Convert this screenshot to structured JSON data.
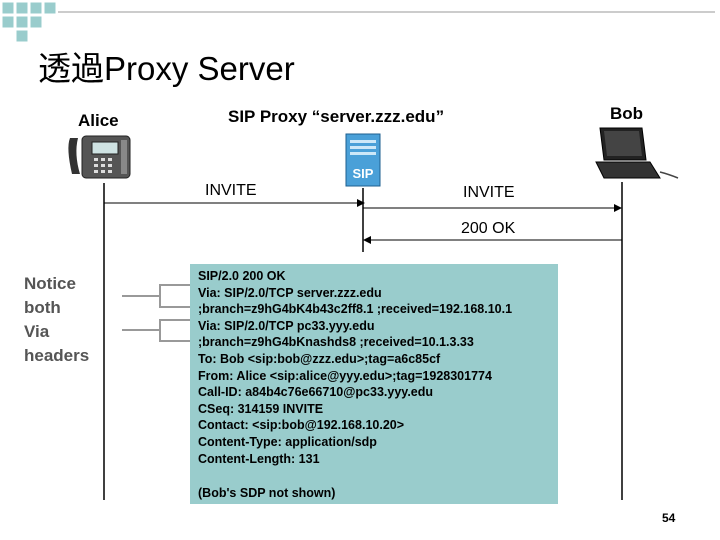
{
  "title": "透過Proxy Server",
  "actors": {
    "alice": "Alice",
    "proxy": "SIP Proxy “server.zzz.edu”",
    "bob": "Bob"
  },
  "messages": {
    "invite_1": "INVITE",
    "invite_2": "INVITE",
    "ok_200": "200 OK"
  },
  "notice": [
    "Notice",
    "both",
    "Via",
    "headers"
  ],
  "sip_message": {
    "lines": [
      "SIP/2.0 200 OK",
      "Via: SIP/2.0/TCP server.zzz.edu",
      " ;branch=z9hG4bK4b43c2ff8.1 ;received=192.168.10.1",
      "Via: SIP/2.0/TCP pc33.yyy.edu",
      " ;branch=z9hG4bKnashds8 ;received=10.1.3.33",
      "To: Bob <sip:bob@zzz.edu>;tag=a6c85cf",
      "From: Alice <sip:alice@yyy.edu>;tag=1928301774",
      "Call-ID: a84b4c76e66710@pc33.yyy.edu",
      "CSeq: 314159 INVITE",
      "Contact: <sip:bob@192.168.10.20>",
      "Content-Type: application/sdp",
      "Content-Length: 131"
    ],
    "footer": "(Bob's SDP not shown)"
  },
  "proxy_icon_text": "SIP",
  "page_number": "54",
  "colors": {
    "deco_square": "#99cccc",
    "box_fill": "#99cccc",
    "notice_text": "#555555",
    "lifeline": "#000000",
    "bracket": "#999999"
  }
}
